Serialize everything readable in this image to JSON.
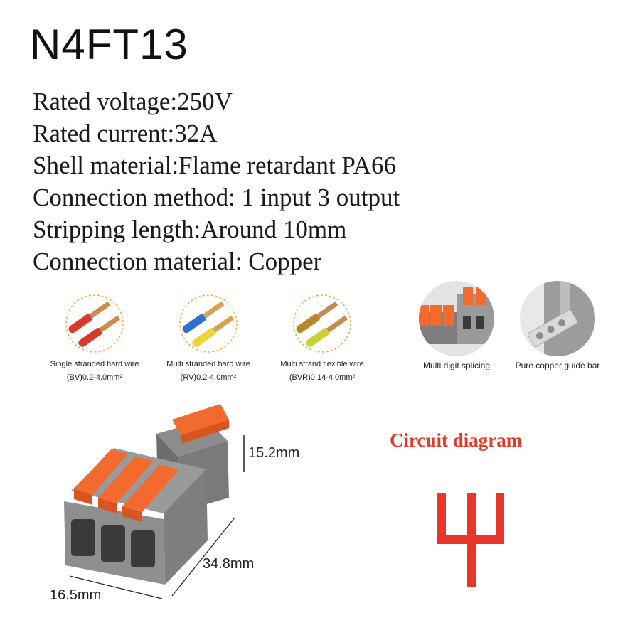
{
  "product": {
    "model": "N4FT13"
  },
  "specs": [
    "Rated voltage:250V",
    "Rated current:32A",
    "Shell material:Flame retardant PA66",
    "Connection method: 1 input 3 output",
    "Stripping length:Around 10mm",
    "Connection material: Copper"
  ],
  "wire_types": [
    {
      "label": "Single stranded hard wire",
      "range": "(BV)0.2-4.0mm²",
      "icon": "solid-wire-icon"
    },
    {
      "label": "Multi stranded hard wire",
      "range": "(RV)0.2-4.0mm²",
      "icon": "stranded-wire-icon"
    },
    {
      "label": "Multi strand flexible wire",
      "range": "(BVR)0.14-4.0mm²",
      "icon": "flexible-wire-icon"
    }
  ],
  "features": [
    {
      "label": "Multi digit splicing",
      "icon": "splicing-photo"
    },
    {
      "label": "Pure copper guide bar",
      "icon": "copper-bar-photo"
    }
  ],
  "dimensions": {
    "height": "15.2mm",
    "length": "34.8mm",
    "width": "16.5mm"
  },
  "circuit": {
    "title": "Circuit diagram",
    "symbol": "1-in-3-out-fork-icon"
  },
  "colors": {
    "lever_orange": "#f26a2e",
    "housing_gray": "#8a8a8a",
    "circuit_red": "#e8362a",
    "title_red": "#e23a2b"
  }
}
